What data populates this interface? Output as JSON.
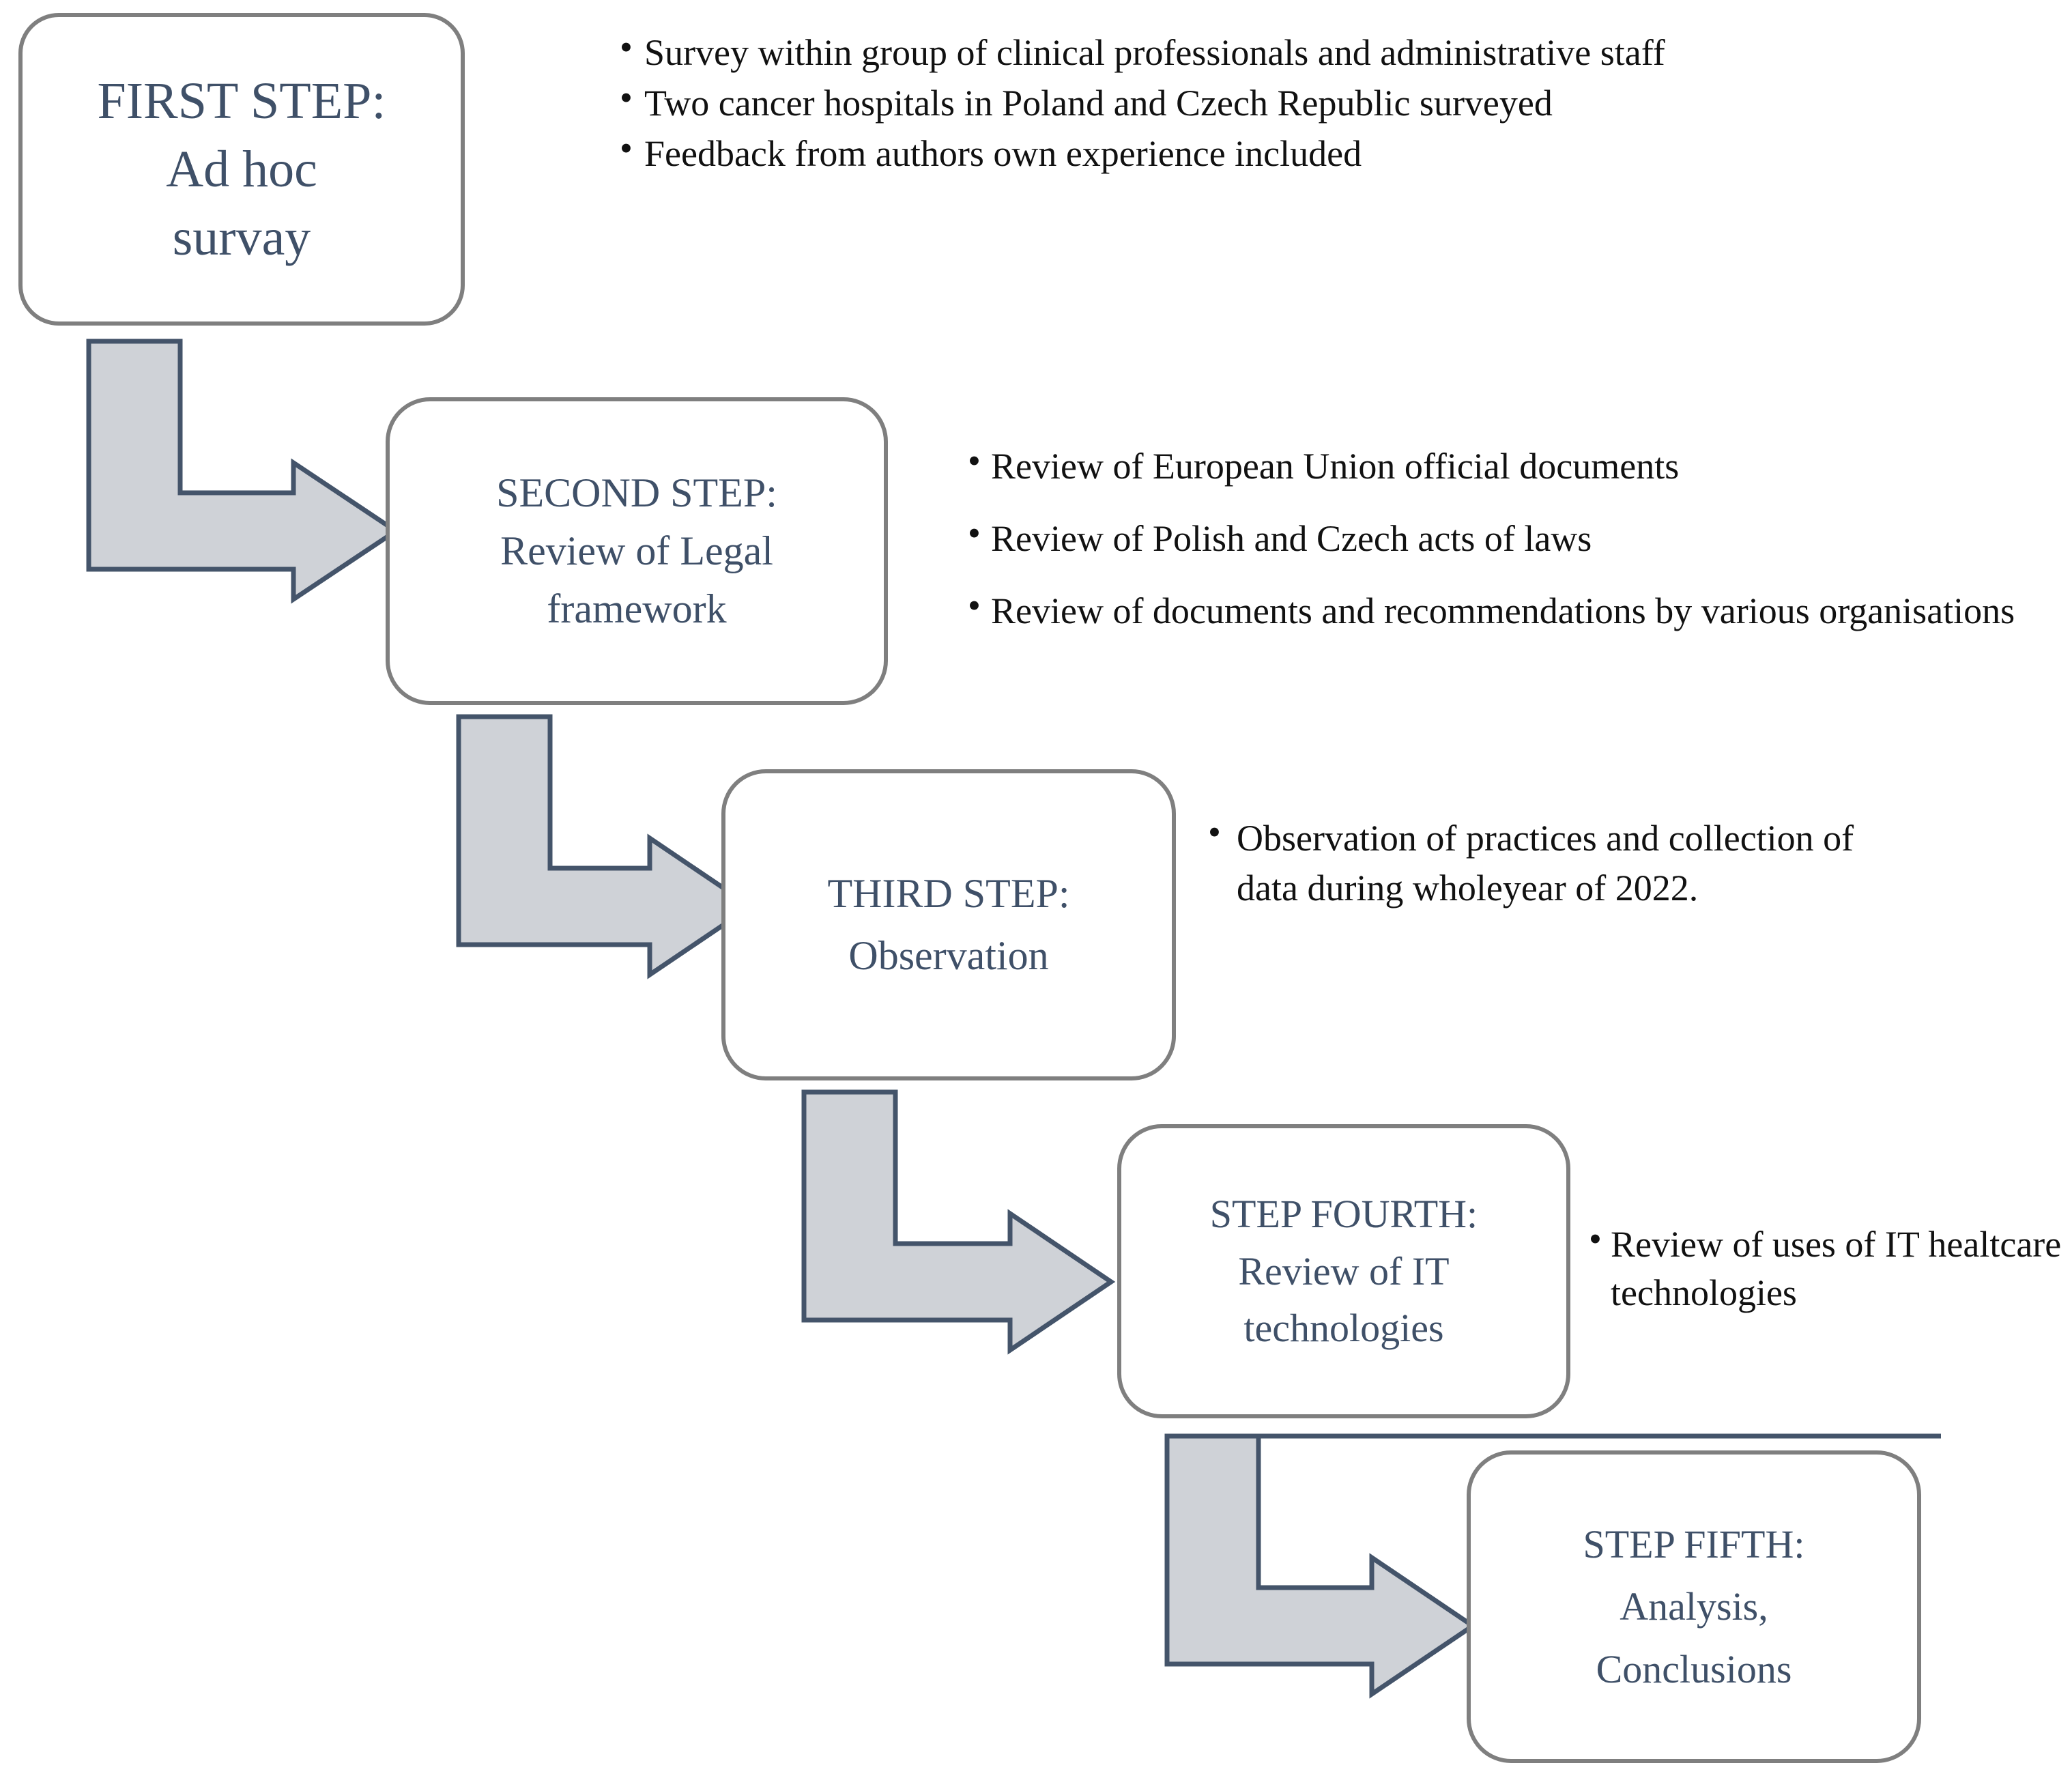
{
  "diagram": {
    "title": "Research methodology five-step flowchart",
    "colors": {
      "box_border": "#7f7f7f",
      "box_fill": "#ffffff",
      "box_text": "#3f5068",
      "arrow_fill": "#cfd2d7",
      "arrow_stroke": "#44546a",
      "bullet_text": "#111111"
    },
    "steps": [
      {
        "id": "first",
        "title": "FIRST STEP:",
        "lines": [
          "FIRST STEP:",
          "Ad hoc",
          "survay"
        ],
        "bullets": [
          "Survey within group of clinical professionals and administrative staff",
          "Two cancer hospitals in Poland and Czech Republic surveyed",
          "Feedback from authors own experience included"
        ]
      },
      {
        "id": "second",
        "title": "SECOND STEP:",
        "lines": [
          "SECOND STEP:",
          "Review of Legal",
          "framework"
        ],
        "bullets": [
          "Review of European Union official documents",
          "Review of Polish and Czech acts of laws",
          "Review of documents and  recommendations by various organisations"
        ]
      },
      {
        "id": "third",
        "title": "THIRD STEP:",
        "lines": [
          "THIRD STEP:",
          "Observation"
        ],
        "bullets": [
          "Observation of practices and collection of  data during wholeyear of  2022."
        ]
      },
      {
        "id": "fourth",
        "title": "STEP FOURTH:",
        "lines": [
          "STEP FOURTH:",
          "Review of IT",
          "technologies"
        ],
        "bullets": [
          "Review of uses of IT healtcare technologies"
        ]
      },
      {
        "id": "fifth",
        "title": "STEP FIFTH:",
        "lines": [
          "STEP FIFTH:",
          "Analysis,",
          "Conclusions"
        ],
        "bullets": []
      }
    ],
    "connectors": [
      {
        "id": "first-to-second",
        "from": "first",
        "to": "second"
      },
      {
        "id": "second-to-third",
        "from": "second",
        "to": "third"
      },
      {
        "id": "third-to-fourth",
        "from": "third",
        "to": "fourth"
      },
      {
        "id": "fourth-to-fifth",
        "from": "fourth",
        "to": "fifth"
      }
    ],
    "bullet_glyph": "•"
  }
}
